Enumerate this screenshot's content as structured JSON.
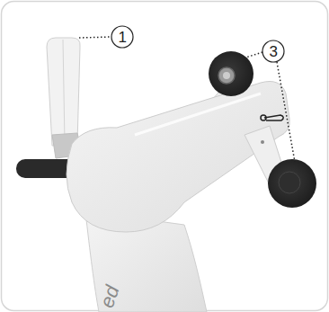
{
  "diagram": {
    "labels": [
      "1",
      "3",
      "ed"
    ]
  }
}
